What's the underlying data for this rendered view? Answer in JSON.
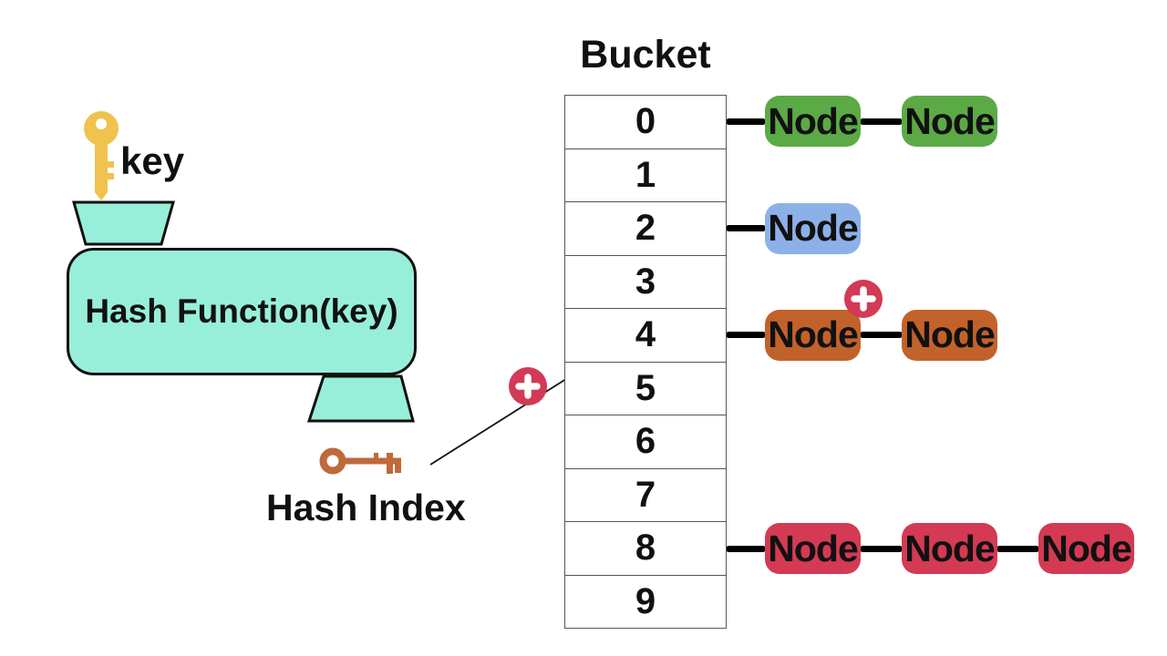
{
  "labels": {
    "key": "key",
    "hash_function": "Hash Function(key)",
    "hash_index": "Hash Index"
  },
  "bucket": {
    "header": "Bucket",
    "indices": [
      "0",
      "1",
      "2",
      "3",
      "4",
      "5",
      "6",
      "7",
      "8",
      "9"
    ]
  },
  "chains": [
    {
      "bucket": 0,
      "color": "green",
      "nodes": [
        "Node",
        "Node"
      ]
    },
    {
      "bucket": 2,
      "color": "blue",
      "nodes": [
        "Node"
      ]
    },
    {
      "bucket": 4,
      "color": "orange",
      "nodes": [
        "Node",
        "Node"
      ],
      "insert_marker": true
    },
    {
      "bucket": 8,
      "color": "red",
      "nodes": [
        "Node",
        "Node",
        "Node"
      ]
    }
  ],
  "colors": {
    "mint": "#98efd9",
    "green": "#5baa46",
    "blue": "#8cb1e8",
    "orange": "#c2622b",
    "red": "#d43a53",
    "plus_badge": "#d23a55",
    "key_gold": "#f0c24e",
    "key_copper": "#c0693a"
  },
  "icons": {
    "input_key": "key-icon",
    "hash_index_key": "key-icon-horizontal",
    "insert_plus": "plus-circle-icon",
    "hash_arrow": "arrow-to-bucket"
  }
}
